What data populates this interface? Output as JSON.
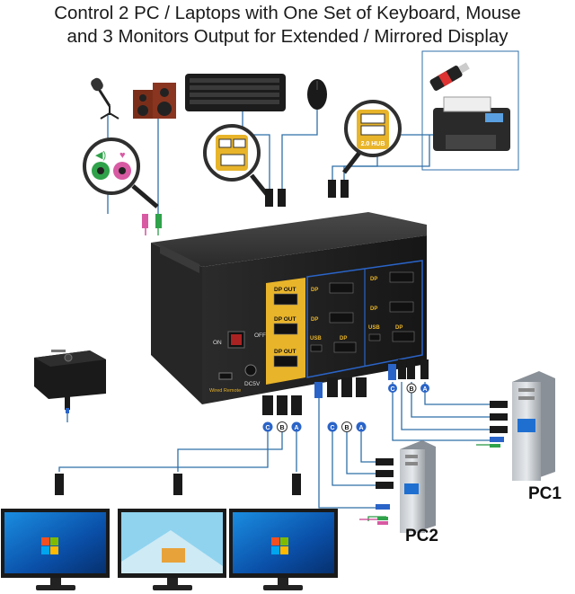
{
  "title": {
    "line1": "Control 2 PC / Laptops with One Set of Keyboard, Mouse",
    "line2": "and 3 Monitors Output for Extended / Mirrored Display"
  },
  "hub_label": "2.0 HUB",
  "switch": {
    "on": "ON",
    "off": "OFF",
    "wired_remote": "Wired Remote",
    "dc5v": "DC5V",
    "dp_out_1": "DP OUT",
    "dp_out_2": "DP OUT",
    "dp_out_3": "DP OUT",
    "pc1_c": "DP",
    "pc1_b": "DP",
    "pc1_a": "DP",
    "pc2_c": "DP",
    "pc2_b": "DP",
    "pc2_a": "DP",
    "usb_1": "USB",
    "usb_2": "USB"
  },
  "cable_tags": {
    "monitor": [
      "C",
      "B",
      "A"
    ],
    "pc2": [
      "C",
      "B",
      "A"
    ],
    "pc1": [
      "C",
      "B",
      "A"
    ]
  },
  "pc_labels": {
    "pc1": "PC1",
    "pc2": "PC2"
  },
  "colors": {
    "accent_gold": "#e8b42a",
    "tag_blue": "#2a64c8",
    "cable_line": "#2f6fa8",
    "switch_body": "#1f1f1f"
  }
}
